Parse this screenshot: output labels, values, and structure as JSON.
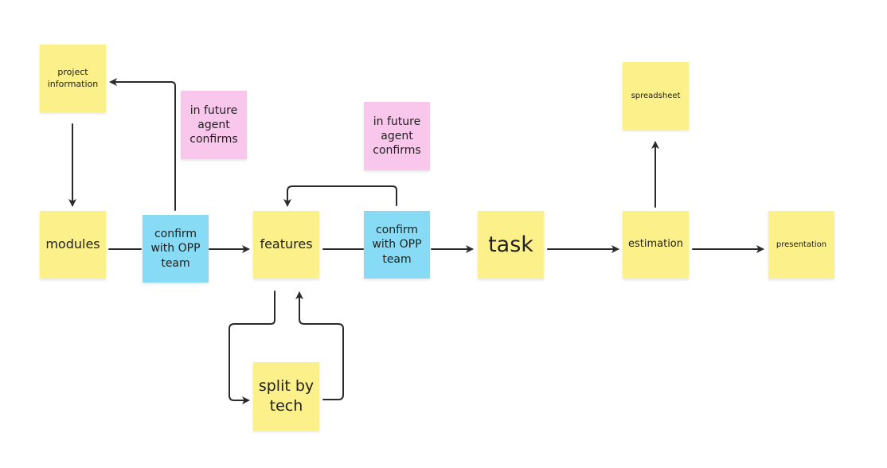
{
  "board": {
    "notes": {
      "project_information": {
        "text": "project information",
        "color": "#fbf08a"
      },
      "modules": {
        "text": "modules",
        "color": "#fbf08a"
      },
      "confirm_1": {
        "text": "confirm with OPP team",
        "color": "#87dbf5"
      },
      "future_1": {
        "text": "in future agent confirms",
        "color": "#f9c7ec"
      },
      "features": {
        "text": "features",
        "color": "#fbf08a"
      },
      "confirm_2": {
        "text": "confirm with OPP team",
        "color": "#87dbf5"
      },
      "future_2": {
        "text": "in future agent confirms",
        "color": "#f9c7ec"
      },
      "task": {
        "text": "task",
        "color": "#fbf08a"
      },
      "split_by_tech": {
        "text": "split by tech",
        "color": "#fbf08a"
      },
      "estimation": {
        "text": "estimation",
        "color": "#fbf08a"
      },
      "spreadsheet": {
        "text": "spreadsheet",
        "color": "#fbf08a"
      },
      "presentation": {
        "text": "presentation",
        "color": "#fbf08a"
      }
    },
    "connector_color": "#2b2b2b"
  }
}
